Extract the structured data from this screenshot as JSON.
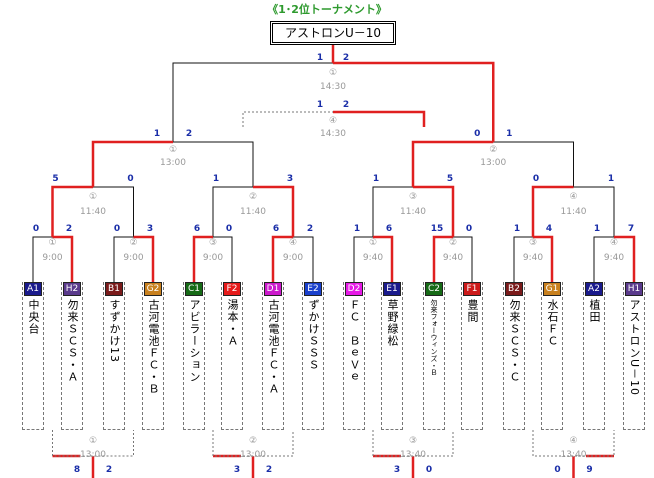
{
  "title": "《1･2位トーナメント》",
  "champion": "アストロンU－10",
  "final": {
    "num": "①",
    "time": "14:30",
    "score_left": "1",
    "score_right": "2"
  },
  "third_place": {
    "num": "④",
    "time": "14:30",
    "score_left": "1",
    "score_right": "2"
  },
  "semis": [
    {
      "num": "①",
      "time": "13:00",
      "score_left": "1",
      "score_right": "2"
    },
    {
      "num": "②",
      "time": "13:00",
      "score_left": "0",
      "score_right": "1"
    }
  ],
  "quarters": [
    {
      "num": "①",
      "time": "11:40",
      "score_left": "5",
      "score_right": "0"
    },
    {
      "num": "②",
      "time": "11:40",
      "score_left": "1",
      "score_right": "3"
    },
    {
      "num": "③",
      "time": "11:40",
      "score_left": "1",
      "score_right": "5"
    },
    {
      "num": "④",
      "time": "11:40",
      "score_left": "0",
      "score_right": "1"
    }
  ],
  "round1": [
    {
      "num": "①",
      "time": "9:00",
      "score_left": "0",
      "score_right": "2"
    },
    {
      "num": "②",
      "time": "9:00",
      "score_left": "0",
      "score_right": "3"
    },
    {
      "num": "③",
      "time": "9:00",
      "score_left": "6",
      "score_right": "0"
    },
    {
      "num": "④",
      "time": "9:00",
      "score_left": "6",
      "score_right": "2"
    },
    {
      "num": "①",
      "time": "9:40",
      "score_left": "1",
      "score_right": "6"
    },
    {
      "num": "②",
      "time": "9:40",
      "score_left": "15",
      "score_right": "0"
    },
    {
      "num": "③",
      "time": "9:40",
      "score_left": "1",
      "score_right": "4"
    },
    {
      "num": "④",
      "time": "9:40",
      "score_left": "1",
      "score_right": "7"
    }
  ],
  "consolation": [
    {
      "num": "①",
      "time": "13:00",
      "score_left": "8",
      "score_right": "2"
    },
    {
      "num": "②",
      "time": "13:00",
      "score_left": "3",
      "score_right": "2"
    },
    {
      "num": "③",
      "time": "13:40",
      "score_left": "3",
      "score_right": "0"
    },
    {
      "num": "④",
      "time": "13:40",
      "score_left": "0",
      "score_right": "9"
    }
  ],
  "teams": [
    {
      "seed": "A1",
      "name": "中央台",
      "color": "#1a1a8c"
    },
    {
      "seed": "H2",
      "name": "勿来ＳＣＳ・Ａ",
      "color": "#5a3a8c"
    },
    {
      "seed": "B1",
      "name": "すずかけ13",
      "color": "#7a1a1a"
    },
    {
      "seed": "G2",
      "name": "古河電池ＦＣ・Ｂ",
      "color": "#c8801e"
    },
    {
      "seed": "C1",
      "name": "アビラーション",
      "color": "#166a16"
    },
    {
      "seed": "F2",
      "name": "湯本・Ａ",
      "color": "#e61a1a"
    },
    {
      "seed": "D1",
      "name": "古河電池ＦＣ・Ａ",
      "color": "#cc1acc"
    },
    {
      "seed": "E2",
      "name": "ずかけＳＳＳ",
      "color": "#1a40cc"
    },
    {
      "seed": "D2",
      "name": "ＦＣ　ＢｅＶｅ",
      "color": "#e61ae6"
    },
    {
      "seed": "E1",
      "name": "草野緑松",
      "color": "#1a1a8c"
    },
    {
      "seed": "C2",
      "name": "勿来フォーウィンズ・Ｂ",
      "color": "#166a16"
    },
    {
      "seed": "F1",
      "name": "豊間",
      "color": "#cc1a1a"
    },
    {
      "seed": "B2",
      "name": "勿来ＳＣＳ・Ｃ",
      "color": "#7a1a1a"
    },
    {
      "seed": "G1",
      "name": "水石ＦＣ",
      "color": "#c8801e"
    },
    {
      "seed": "A2",
      "name": "植田",
      "color": "#1a1a8c"
    },
    {
      "seed": "H1",
      "name": "アストロンU－10",
      "color": "#5a3a8c"
    }
  ]
}
